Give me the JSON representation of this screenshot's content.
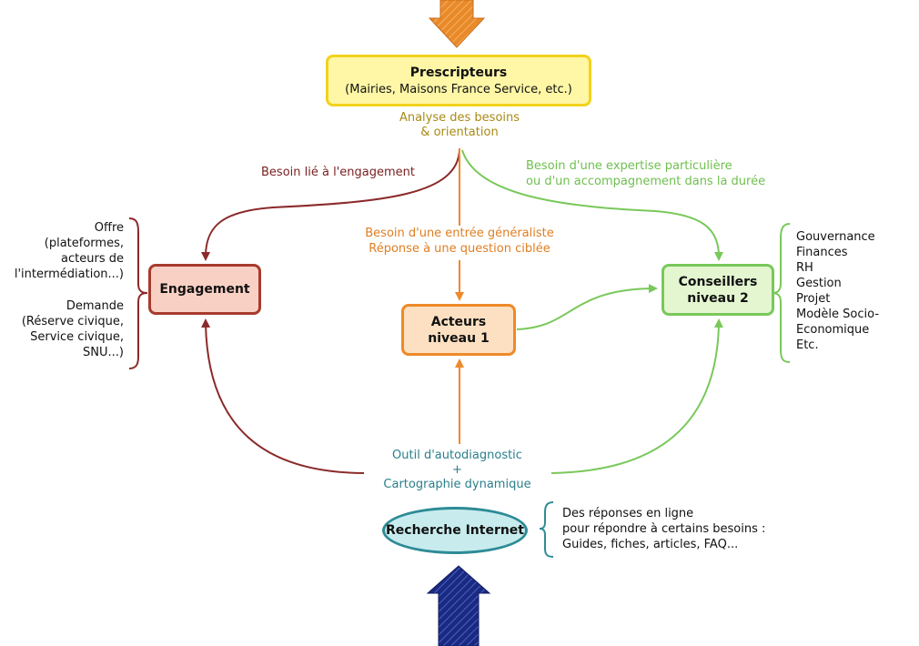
{
  "nodes": {
    "prescripteurs": {
      "title": "Prescripteurs",
      "subtitle": "(Mairies, Maisons France Service, etc.)"
    },
    "engagement": {
      "title": "Engagement"
    },
    "acteurs": {
      "line1": "Acteurs",
      "line2": "niveau 1"
    },
    "conseillers": {
      "line1": "Conseillers",
      "line2": "niveau 2"
    },
    "recherche": {
      "title": "Recherche Internet"
    }
  },
  "labels": {
    "analyse_line1": "Analyse des besoins",
    "analyse_line2": "& orientation",
    "engagement_need": "Besoin lié à l'engagement",
    "generalist_line1": "Besoin d'une entrée généraliste",
    "generalist_line2": "Réponse à une question ciblée",
    "expertise_line1": "Besoin d'une expertise particulière",
    "expertise_line2": "ou d'un accompagnement dans la durée",
    "outil_line1": "Outil d'autodiagnostic",
    "outil_line2": "+",
    "outil_line3": "Cartographie dynamique"
  },
  "left_notes": {
    "offre": [
      "Offre",
      "(plateformes,",
      "acteurs de",
      "l'intermédiation...)"
    ],
    "demande": [
      "Demande",
      "(Réserve civique,",
      "Service civique,",
      "SNU...)"
    ]
  },
  "right_notes": [
    "Gouvernance",
    "Finances",
    "RH",
    "Gestion",
    "Projet",
    "Modèle Socio-",
    "Economique",
    "Etc."
  ],
  "bottom_notes": [
    "Des réponses en ligne",
    "pour répondre à certains besoins :",
    "Guides, fiches, articles, FAQ..."
  ],
  "colors": {
    "dark_red": "#8b2a2a",
    "orange": "#ee8a28",
    "green": "#79c85a",
    "teal": "#2d8b96",
    "navy": "#1a2a80",
    "yellow": "#f2d21c"
  }
}
